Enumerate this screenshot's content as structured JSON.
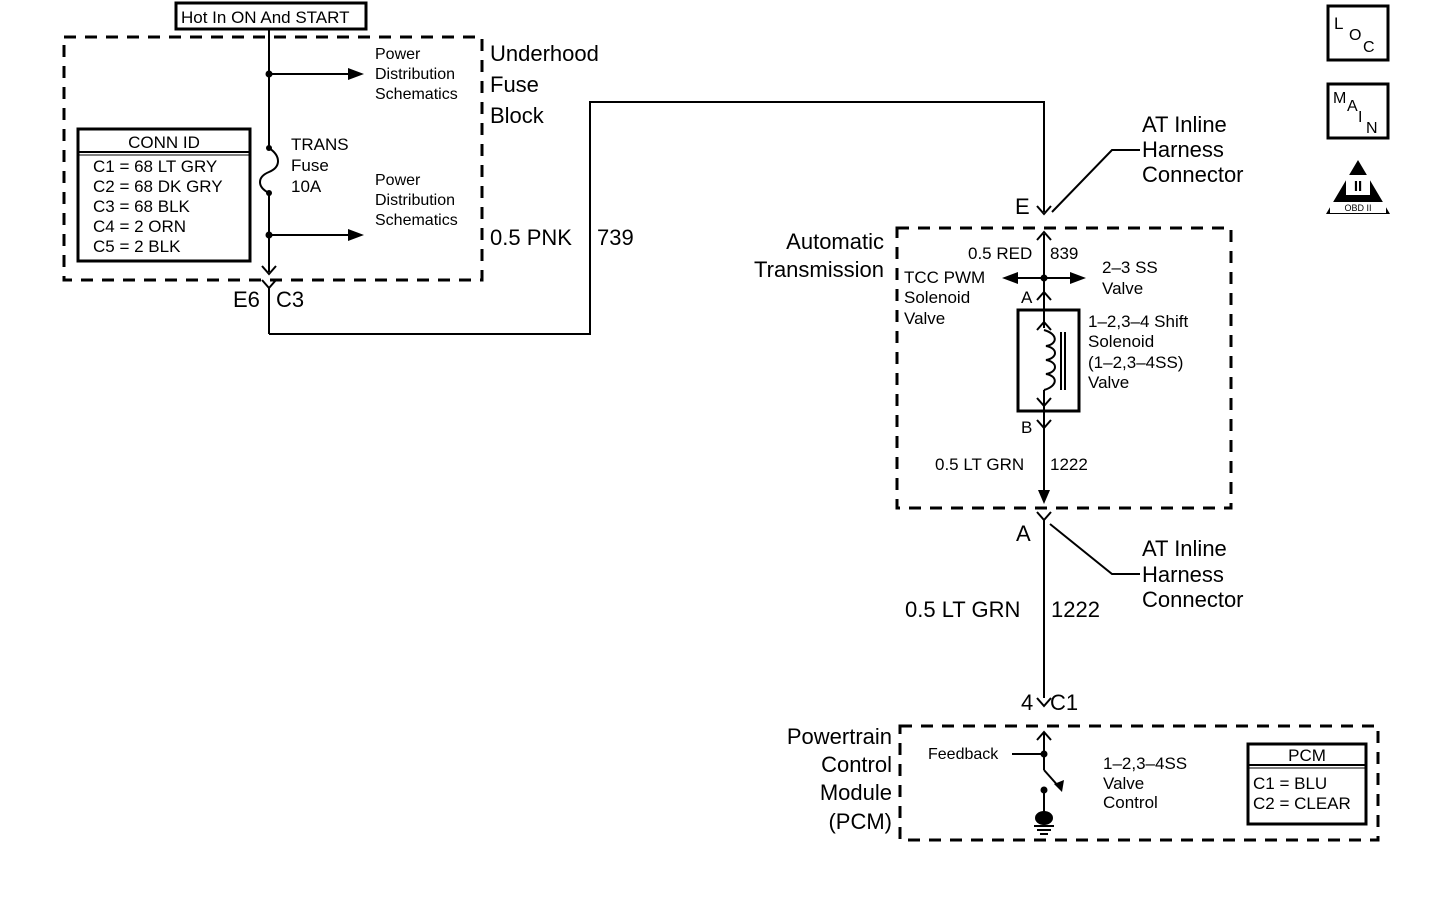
{
  "header": {
    "power_label": "Hot In ON And START"
  },
  "fuse_block": {
    "title_lines": [
      "Underhood",
      "Fuse",
      "Block"
    ],
    "pds_top": [
      "Power",
      "Distribution",
      "Schematics"
    ],
    "pds_bottom": [
      "Power",
      "Distribution",
      "Schematics"
    ],
    "fuse_lines": [
      "TRANS",
      "Fuse",
      "10A"
    ],
    "conn_id": {
      "title": "CONN ID",
      "rows": [
        "C1 = 68 LT GRY",
        "C2 = 68 DK GRY",
        "C3 = 68 BLK",
        "C4 = 2 ORN",
        "C5 = 2 BLK"
      ]
    },
    "terminal_left": "E6",
    "terminal_right": "C3"
  },
  "wires": {
    "pnk": {
      "size_color": "0.5 PNK",
      "circuit": "739"
    },
    "red": {
      "size_color": "0.5 RED",
      "circuit": "839"
    },
    "grn_inner": {
      "size_color": "0.5 LT GRN",
      "circuit": "1222"
    },
    "grn_outer": {
      "size_color": "0.5 LT GRN",
      "circuit": "1222"
    }
  },
  "inline_connector_top": {
    "lines": [
      "AT Inline",
      "Harness",
      "Connector"
    ],
    "pin": "E"
  },
  "inline_connector_bottom": {
    "lines": [
      "AT Inline",
      "Harness",
      "Connector"
    ],
    "pin": "A"
  },
  "transmission": {
    "title_lines": [
      "Automatic",
      "Transmission"
    ],
    "tcc_lines": [
      "TCC PWM",
      "Solenoid",
      "Valve"
    ],
    "ss23_lines": [
      "2–3 SS",
      "Valve"
    ],
    "shift_lines": [
      "1–2,3–4 Shift",
      "Solenoid",
      "(1–2,3–4SS)",
      "Valve"
    ],
    "pin_a": "A",
    "pin_b": "B"
  },
  "pcm": {
    "title_lines": [
      "Powertrain",
      "Control",
      "Module",
      "(PCM)"
    ],
    "pin_num": "4",
    "pin_conn": "C1",
    "feedback": "Feedback",
    "control_lines": [
      "1–2,3–4SS",
      "Valve",
      "Control"
    ],
    "table": {
      "title": "PCM",
      "rows": [
        "C1 = BLU",
        "C2 = CLEAR"
      ]
    }
  },
  "side_icons": {
    "loc": [
      "L",
      "O",
      "C"
    ],
    "main": [
      "M",
      "A",
      "I",
      "N"
    ],
    "obd_numeral": "II",
    "obd_label": "OBD II"
  }
}
